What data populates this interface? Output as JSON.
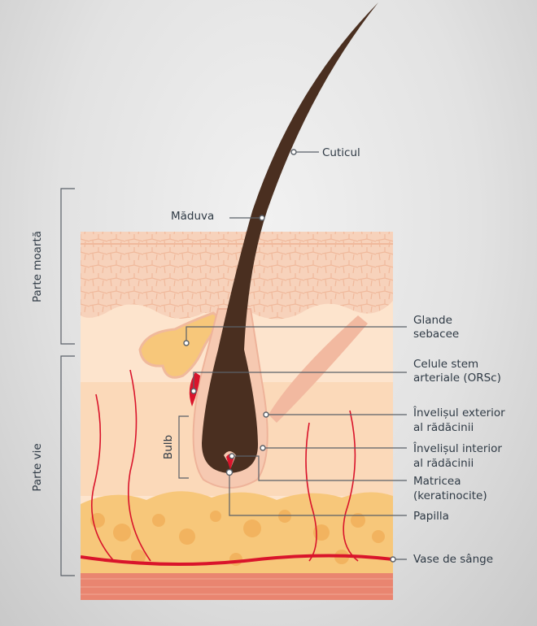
{
  "title": "Structura firului de păr",
  "labels": {
    "cuticul": "Cuticul",
    "maduva": "Măduva",
    "glande": [
      "Glande",
      "sebacee"
    ],
    "celule": [
      "Celule stem",
      "arteriale (ORSc)"
    ],
    "exterior": [
      "Învelișul exterior",
      "al rădăcinii"
    ],
    "interior": [
      "Învelișul interior",
      "al rădăcinii"
    ],
    "matricea": [
      "Matricea",
      "(keratinocite)"
    ],
    "papilla": "Papilla",
    "vase": "Vase de sânge",
    "bulb": "Bulb",
    "parte_moarta": "Parte moartă",
    "parte_vie": "Parte vie"
  },
  "colors": {
    "hair": "#4a2f20",
    "epidermis": "#f7d2bb",
    "dermis": "#fde4cd",
    "fat": "#f7c77a",
    "muscle": "#e98570",
    "blood": "#d9142b"
  }
}
